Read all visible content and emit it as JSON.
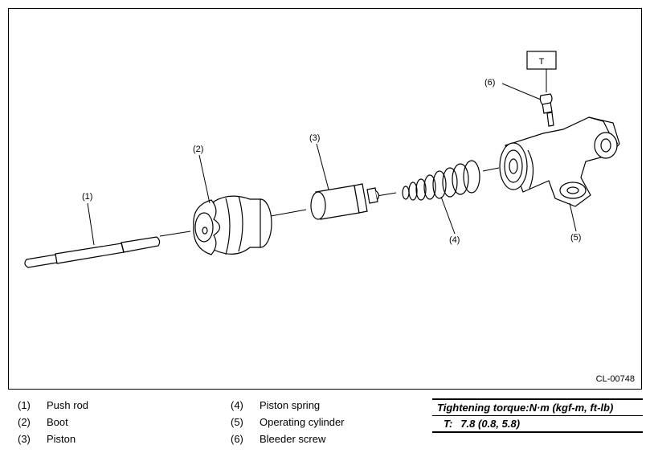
{
  "figure": {
    "code": "CL-00748",
    "callouts": [
      "(1)",
      "(2)",
      "(3)",
      "(4)",
      "(5)",
      "(6)"
    ],
    "tag_label": "T"
  },
  "legend": [
    {
      "num": "(1)",
      "label": "Push rod"
    },
    {
      "num": "(2)",
      "label": "Boot"
    },
    {
      "num": "(3)",
      "label": "Piston"
    },
    {
      "num": "(4)",
      "label": "Piston spring"
    },
    {
      "num": "(5)",
      "label": "Operating cylinder"
    },
    {
      "num": "(6)",
      "label": "Bleeder screw"
    }
  ],
  "torque": {
    "heading": "Tightening torque:N·m (kgf-m, ft-lb)",
    "key": "T:",
    "value": "7.8 (0.8, 5.8)"
  }
}
